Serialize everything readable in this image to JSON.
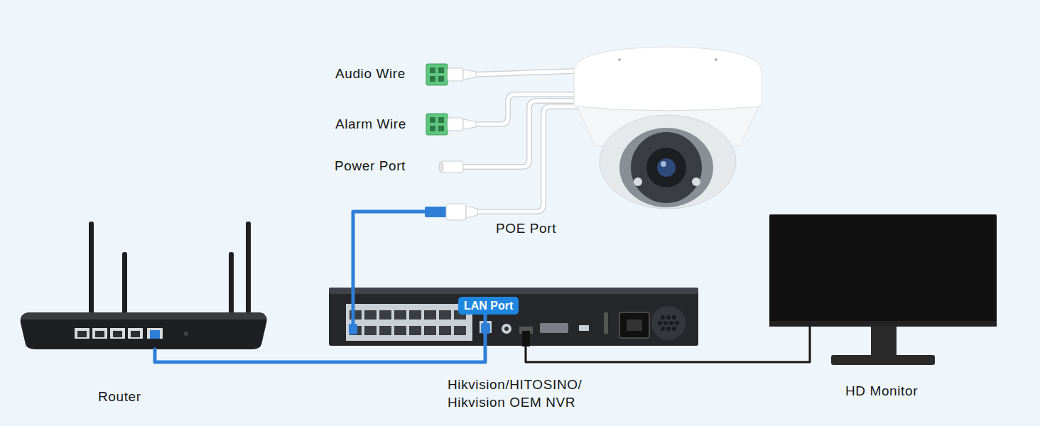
{
  "diagram": {
    "nodes": [
      {
        "text": [
          "Router"
        ]
      },
      {
        "text": [
          "Hikvision/HITOSINO/ Hikvision OEM NVR"
        ]
      },
      {
        "text": [
          "LAN Port"
        ],
        "in": 1
      },
      {
        "text": [
          "POE Port"
        ]
      },
      {
        "text": [
          "HD Monitor"
        ]
      }
    ],
    "edges": [
      {
        "from": 0,
        "to": 2,
        "arrow": "none"
      },
      {
        "from": 1,
        "to": 3,
        "arrow": "none"
      },
      {
        "from": 1,
        "to": 4,
        "arrow": "none"
      }
    ],
    "labels": [
      "Audio Wire",
      "Alarm Wire",
      "Power Port"
    ]
  }
}
